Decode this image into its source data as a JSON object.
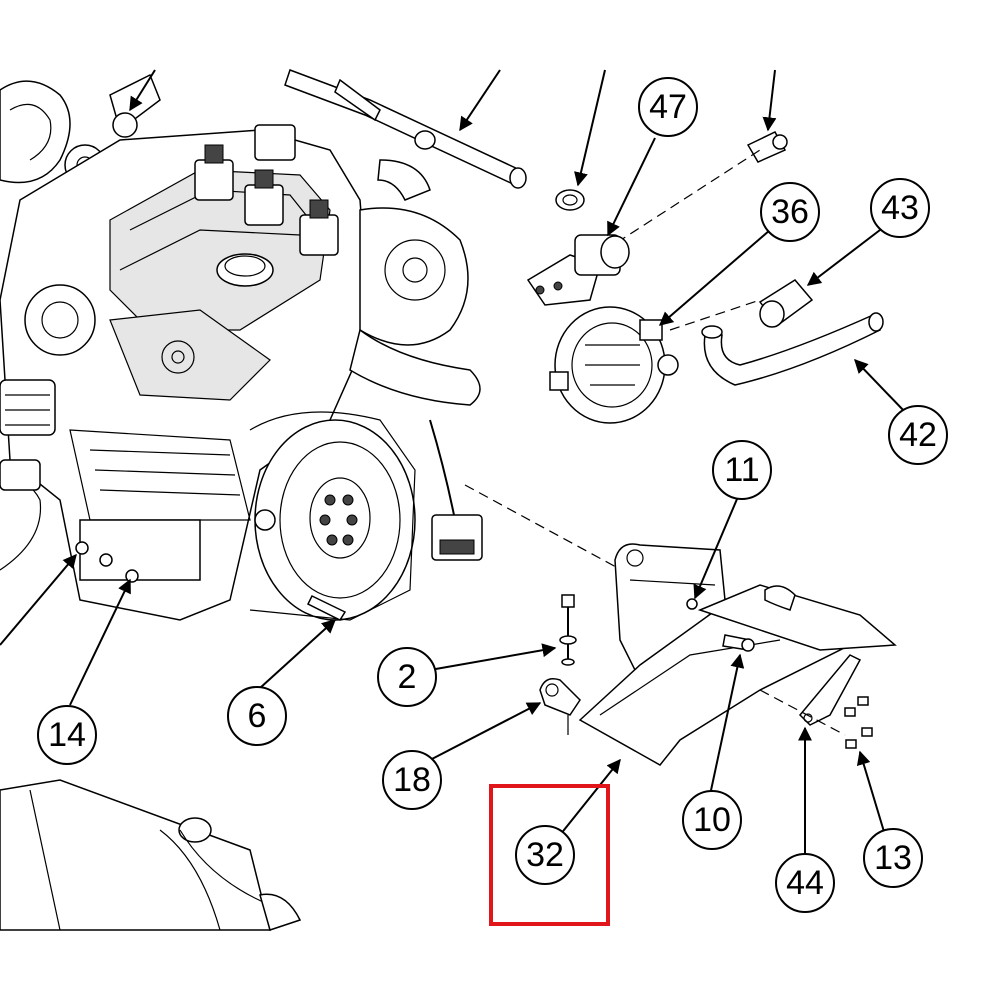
{
  "callouts": [
    {
      "label": "47"
    },
    {
      "label": "36"
    },
    {
      "label": "43"
    },
    {
      "label": "42"
    },
    {
      "label": "11"
    },
    {
      "label": "2"
    },
    {
      "label": "14"
    },
    {
      "label": "6"
    },
    {
      "label": "18"
    },
    {
      "label": "10"
    },
    {
      "label": "32"
    },
    {
      "label": "44"
    },
    {
      "label": "13"
    }
  ],
  "highlight": {
    "label": "32",
    "color": "#e0161b"
  },
  "colors": {
    "line": "#000000",
    "background": "#ffffff",
    "highlight": "#e0161b"
  }
}
